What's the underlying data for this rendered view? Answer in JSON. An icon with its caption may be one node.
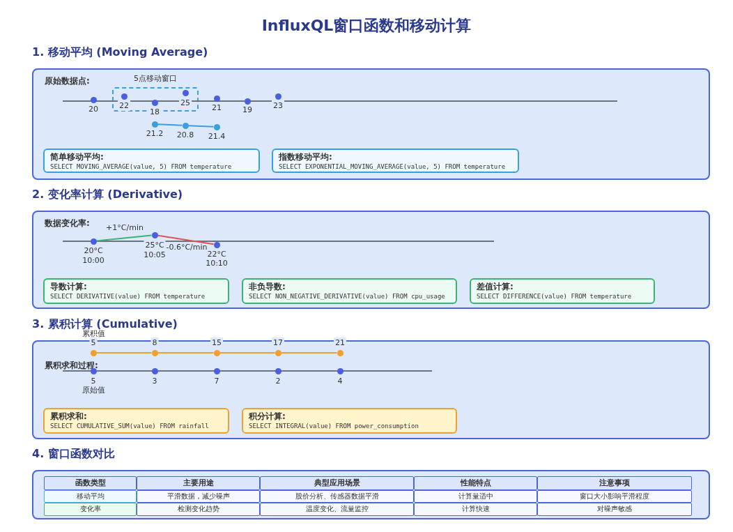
{
  "diagram": {
    "title": "InfluxQL窗口函数和移动计算",
    "nodes": [
      {
        "text": [
          "1. 移动平均 (Moving Average)",
          "原始数据点:"
        ]
      },
      {
        "text": [
          "5点移动窗口"
        ],
        "in": 0
      },
      {
        "text": [],
        "shape": "circle",
        "beside": [
          "20"
        ],
        "in": 0
      },
      {
        "text": [],
        "shape": "circle",
        "beside": [
          "22"
        ],
        "in": 1
      },
      {
        "text": [],
        "shape": "circle",
        "beside": [
          "18"
        ],
        "in": 1
      },
      {
        "text": [],
        "shape": "circle",
        "beside": [
          "25"
        ],
        "in": 1
      },
      {
        "text": [],
        "shape": "circle",
        "beside": [
          "21"
        ],
        "in": 0
      },
      {
        "text": [],
        "shape": "circle",
        "beside": [
          "19"
        ],
        "in": 0
      },
      {
        "text": [],
        "shape": "circle",
        "beside": [
          "23"
        ],
        "in": 0
      },
      {
        "text": [],
        "shape": "circle",
        "beside": [
          "21.2"
        ],
        "in": 0
      },
      {
        "text": [],
        "shape": "circle",
        "beside": [
          "20.8"
        ],
        "in": 0
      },
      {
        "text": [],
        "shape": "circle",
        "beside": [
          "21.4"
        ],
        "in": 0
      },
      {
        "text": [
          "简单移动平均:",
          "SELECT MOVING_AVERAGE(value, 5) FROM temperature"
        ],
        "in": 0
      },
      {
        "text": [
          "指数移动平均:",
          "SELECT EXPONENTIAL_MOVING_AVERAGE(value, 5) FROM temperature"
        ],
        "in": 0
      },
      {
        "text": [
          "2. 变化率计算 (Derivative)",
          "数据变化率:"
        ]
      },
      {
        "text": [],
        "shape": "circle",
        "beside": [
          "20°C",
          "10:00"
        ],
        "in": 14
      },
      {
        "text": [],
        "shape": "circle",
        "beside": [
          "25°C",
          "10:05"
        ],
        "in": 14
      },
      {
        "text": [],
        "shape": "circle",
        "beside": [
          "22°C",
          "10:10"
        ],
        "in": 14
      },
      {
        "text": [
          "导数计算:",
          "SELECT DERIVATIVE(value) FROM temperature"
        ],
        "in": 14
      },
      {
        "text": [
          "非负导数:",
          "SELECT NON_NEGATIVE_DERIVATIVE(value) FROM cpu_usage"
        ],
        "in": 14
      },
      {
        "text": [
          "差值计算:",
          "SELECT DIFFERENCE(value) FROM temperature"
        ],
        "in": 14
      },
      {
        "text": [
          "3. 累积计算 (Cumulative)",
          "累积求和过程:"
        ]
      },
      {
        "text": [],
        "shape": "circle",
        "beside": [
          "累积值",
          "5"
        ],
        "in": 21
      },
      {
        "text": [],
        "shape": "circle",
        "beside": [
          "8"
        ],
        "in": 21
      },
      {
        "text": [],
        "shape": "circle",
        "beside": [
          "15"
        ],
        "in": 21
      },
      {
        "text": [],
        "shape": "circle",
        "beside": [
          "17"
        ],
        "in": 21
      },
      {
        "text": [],
        "shape": "circle",
        "beside": [
          "21"
        ],
        "in": 21
      },
      {
        "text": [],
        "shape": "circle",
        "beside": [
          "5",
          "原始值"
        ],
        "in": 21
      },
      {
        "text": [],
        "shape": "circle",
        "beside": [
          "3"
        ],
        "in": 21
      },
      {
        "text": [],
        "shape": "circle",
        "beside": [
          "7"
        ],
        "in": 21
      },
      {
        "text": [],
        "shape": "circle",
        "beside": [
          "2"
        ],
        "in": 21
      },
      {
        "text": [],
        "shape": "circle",
        "beside": [
          "4"
        ],
        "in": 21
      },
      {
        "text": [
          "累积求和:",
          "SELECT CUMULATIVE_SUM(value) FROM rainfall"
        ],
        "in": 21
      },
      {
        "text": [
          "积分计算:",
          "SELECT INTEGRAL(value) FROM power_consumption"
        ],
        "in": 21
      },
      {
        "text": [
          "4. 窗口函数对比"
        ]
      }
    ],
    "edges": [
      {
        "from": 9,
        "to": 10,
        "arrow": "none",
        "color": "#3aa0dc"
      },
      {
        "from": 10,
        "to": 11,
        "arrow": "none",
        "color": "#3aa0dc"
      },
      {
        "from": 15,
        "to": 16,
        "arrow": "none",
        "label": "+1°C/min",
        "color": "#3cb371"
      },
      {
        "from": 16,
        "to": 17,
        "arrow": "none",
        "label": "-0.6°C/min",
        "color": "#e05252"
      },
      {
        "from": 22,
        "to": 23,
        "arrow": "none",
        "color": "#f0a030"
      },
      {
        "from": 23,
        "to": 24,
        "arrow": "none",
        "color": "#f0a030"
      },
      {
        "from": 24,
        "to": 25,
        "arrow": "none",
        "color": "#f0a030"
      },
      {
        "from": 25,
        "to": 26,
        "arrow": "none",
        "color": "#f0a030"
      }
    ],
    "labels": [
      "函数类型",
      "主要用途",
      "典型应用场景",
      "性能特点",
      "注意事项",
      "移动平均",
      "平滑数据，减少噪声",
      "股价分析、传感器数据平滑",
      "计算量适中",
      "窗口大小影响平滑程度",
      "变化率",
      "检测变化趋势",
      "温度变化、流量监控",
      "计算快速",
      "对噪声敏感"
    ]
  }
}
